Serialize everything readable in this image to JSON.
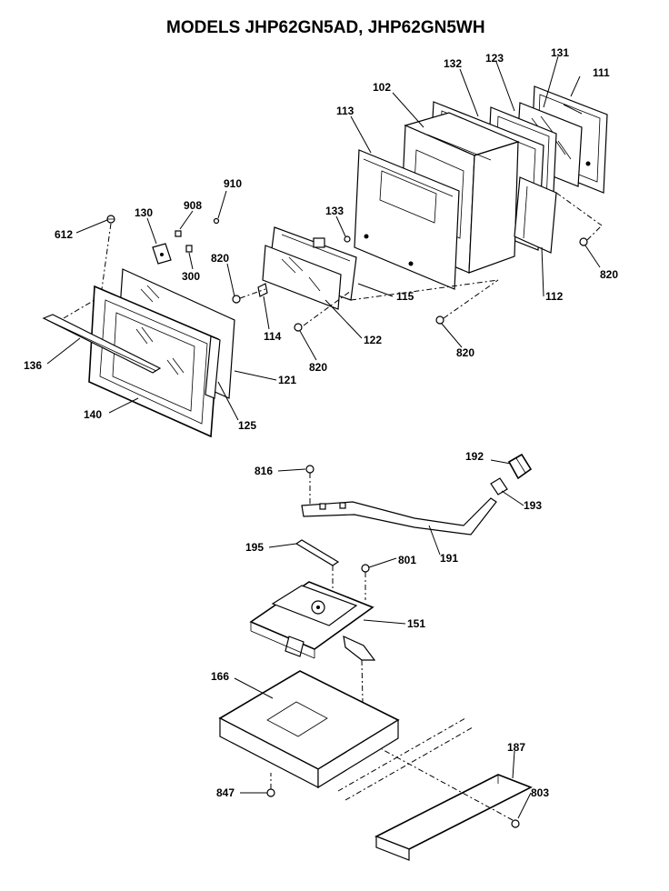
{
  "title": "MODELS JHP62GN5AD, JHP62GN5WH",
  "parts": [
    {
      "id": "p111",
      "label": "111"
    },
    {
      "id": "p131",
      "label": "131"
    },
    {
      "id": "p123",
      "label": "123"
    },
    {
      "id": "p132",
      "label": "132"
    },
    {
      "id": "p102",
      "label": "102"
    },
    {
      "id": "p113",
      "label": "113"
    },
    {
      "id": "p910",
      "label": "910"
    },
    {
      "id": "p908",
      "label": "908"
    },
    {
      "id": "p130",
      "label": "130"
    },
    {
      "id": "p612",
      "label": "612"
    },
    {
      "id": "p133",
      "label": "133"
    },
    {
      "id": "p820a",
      "label": "820"
    },
    {
      "id": "p300",
      "label": "300"
    },
    {
      "id": "p820b",
      "label": "820"
    },
    {
      "id": "p112",
      "label": "112"
    },
    {
      "id": "p115",
      "label": "115"
    },
    {
      "id": "p114",
      "label": "114"
    },
    {
      "id": "p122",
      "label": "122"
    },
    {
      "id": "p820c",
      "label": "820"
    },
    {
      "id": "p820d",
      "label": "820"
    },
    {
      "id": "p136",
      "label": "136"
    },
    {
      "id": "p121",
      "label": "121"
    },
    {
      "id": "p140",
      "label": "140"
    },
    {
      "id": "p125",
      "label": "125"
    },
    {
      "id": "p192",
      "label": "192"
    },
    {
      "id": "p816",
      "label": "816"
    },
    {
      "id": "p193",
      "label": "193"
    },
    {
      "id": "p191",
      "label": "191"
    },
    {
      "id": "p195",
      "label": "195"
    },
    {
      "id": "p801",
      "label": "801"
    },
    {
      "id": "p151",
      "label": "151"
    },
    {
      "id": "p166",
      "label": "166"
    },
    {
      "id": "p187",
      "label": "187"
    },
    {
      "id": "p847",
      "label": "847"
    },
    {
      "id": "p803",
      "label": "803"
    }
  ]
}
